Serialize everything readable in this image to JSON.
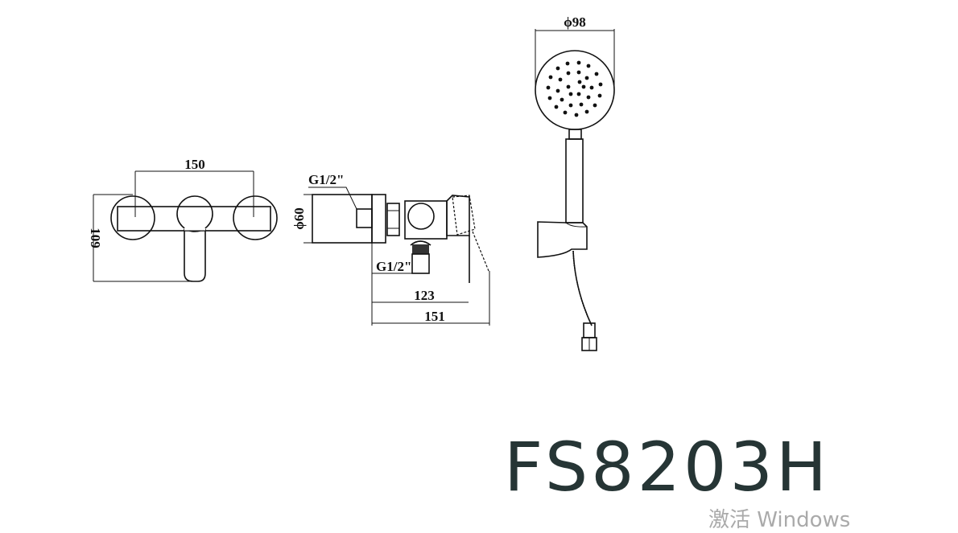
{
  "dimensions": {
    "front_width": "150",
    "front_height": "109",
    "inlet_thread": "G1/2\"",
    "body_diameter": "ϕ60",
    "outlet_thread": "G1/2\"",
    "depth_inner": "123",
    "depth_total": "151",
    "head_diameter": "ϕ98"
  },
  "model": "FS8203H",
  "watermark": "激活 Windows"
}
